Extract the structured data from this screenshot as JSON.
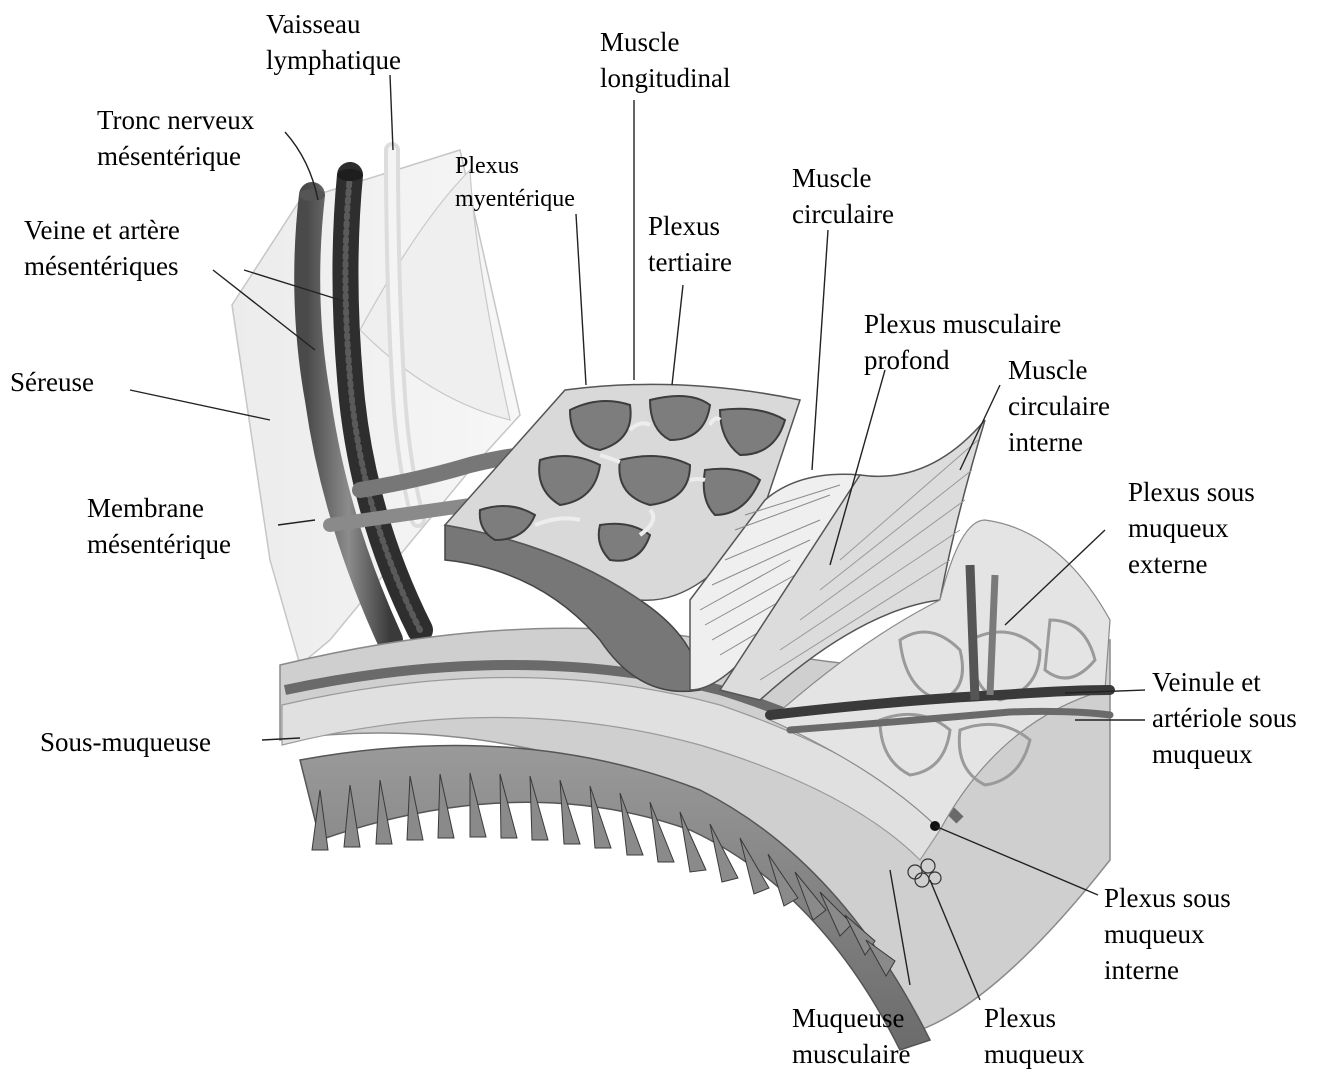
{
  "labels": {
    "vaisseau_lymphatique": [
      "Vaisseau",
      "lymphatique"
    ],
    "tronc_nerveux": [
      "Tronc nerveux",
      "mésentérique"
    ],
    "veine_artere": [
      "Veine et artère",
      "mésentériques"
    ],
    "sereuse": [
      "Séreuse"
    ],
    "membrane_mesenterique": [
      "Membrane",
      "mésentérique"
    ],
    "sous_muqueuse": [
      "Sous-muqueuse"
    ],
    "muscle_longitudinal": [
      "Muscle",
      "longitudinal"
    ],
    "plexus_myenterique": [
      "Plexus",
      "myentérique"
    ],
    "plexus_tertiaire": [
      "Plexus",
      "tertiaire"
    ],
    "muscle_circulaire": [
      "Muscle",
      "circulaire"
    ],
    "plexus_musculaire_profond": [
      "Plexus musculaire",
      "profond"
    ],
    "muscle_circulaire_interne": [
      "Muscle",
      "circulaire",
      "interne"
    ],
    "plexus_sous_muqueux_externe": [
      "Plexus sous",
      "muqueux",
      "externe"
    ],
    "veinule_arteriole": [
      "Veinule  et",
      "artériole sous",
      "muqueux"
    ],
    "plexus_sous_muqueux_interne": [
      "Plexus sous",
      "muqueux",
      "interne"
    ],
    "muqueuse_musculaire": [
      "Muqueuse",
      "musculaire"
    ],
    "plexus_muqueux": [
      "Plexus",
      "muqueux"
    ]
  },
  "colors": {
    "tissue_light": "#d6d6d6",
    "tissue_mid": "#a8a8a8",
    "tissue_dark": "#6e6e6e",
    "vessel_dark": "#3a3a3a",
    "leader_line": "#222222"
  }
}
